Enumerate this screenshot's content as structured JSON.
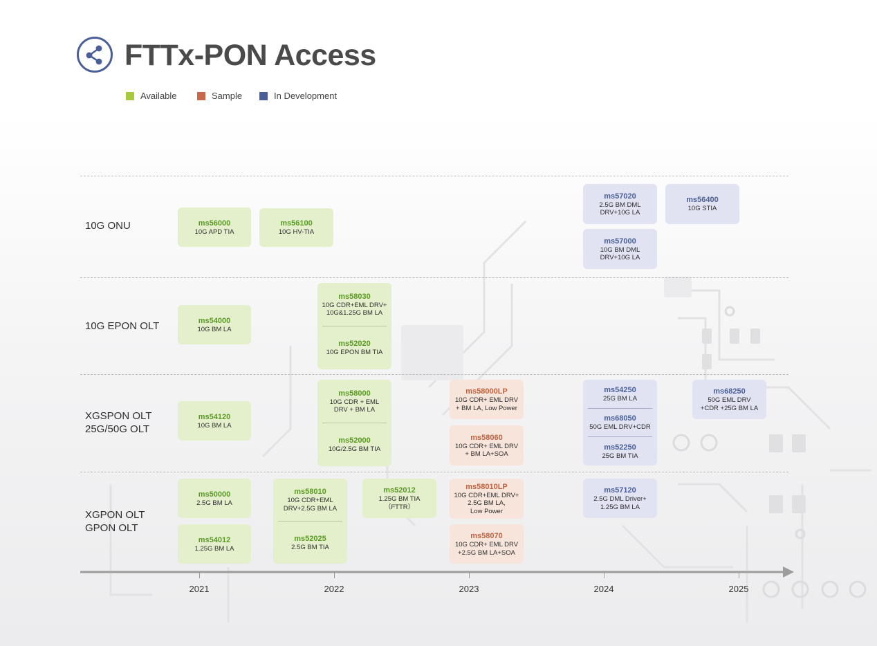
{
  "title": "FTTx-PON Access",
  "legend": [
    {
      "label": "Available",
      "color": "#a8c93e"
    },
    {
      "label": "Sample",
      "color": "#c9674a"
    },
    {
      "label": "In Development",
      "color": "#4a5f97"
    }
  ],
  "rows": {
    "onu": "10G ONU",
    "epon": "10G EPON OLT",
    "xgspon_1": "XGSPON OLT",
    "xgspon_2": "25G/50G OLT",
    "xgpon_1": "XGPON OLT",
    "xgpon_2": "GPON OLT"
  },
  "years": [
    "2021",
    "2022",
    "2023",
    "2024",
    "2025"
  ],
  "cards": {
    "c1": {
      "pn": "ms56000",
      "ds": "10G APD TIA"
    },
    "c2": {
      "pn": "ms56100",
      "ds": "10G HV-TIA"
    },
    "c3": {
      "pn": "ms57020",
      "ds1": "2.5G BM DML",
      "ds2": "DRV+10G LA"
    },
    "c4": {
      "pn": "ms56400",
      "ds": "10G STIA"
    },
    "c5": {
      "pn": "ms57000",
      "ds1": "10G BM DML",
      "ds2": "DRV+10G LA"
    },
    "c6": {
      "pn": "ms54000",
      "ds": "10G BM LA"
    },
    "c7": {
      "pn": "ms58030",
      "ds1": "10G CDR+EML DRV+",
      "ds2": "10G&1.25G BM LA"
    },
    "c8": {
      "pn": "ms52020",
      "ds": "10G EPON BM TIA"
    },
    "c9": {
      "pn": "ms54120",
      "ds": "10G BM LA"
    },
    "c10": {
      "pn": "ms58000",
      "ds1": "10G CDR + EML",
      "ds2": "DRV + BM LA"
    },
    "c11": {
      "pn": "ms52000",
      "ds": "10G/2.5G BM TIA"
    },
    "c12": {
      "pn": "ms58000LP",
      "ds1": "10G CDR+ EML DRV",
      "ds2": "+ BM LA, Low Power"
    },
    "c13": {
      "pn": "ms58060",
      "ds1": "10G CDR+ EML DRV",
      "ds2": "+ BM LA+SOA"
    },
    "c14": {
      "pn": "ms54250",
      "ds": "25G BM LA"
    },
    "c15": {
      "pn": "ms68050",
      "ds": "50G EML DRV+CDR"
    },
    "c16": {
      "pn": "ms52250",
      "ds": "25G BM TIA"
    },
    "c17": {
      "pn": "ms68250",
      "ds1": "50G EML DRV",
      "ds2": "+CDR +25G BM LA"
    },
    "c18": {
      "pn": "ms50000",
      "ds": "2.5G BM LA"
    },
    "c19": {
      "pn": "ms54012",
      "ds": "1.25G BM LA"
    },
    "c20": {
      "pn": "ms58010",
      "ds1": "10G CDR+EML",
      "ds2": "DRV+2.5G BM LA"
    },
    "c21": {
      "pn": "ms52025",
      "ds": "2.5G BM TIA"
    },
    "c22": {
      "pn": "ms52012",
      "ds1": "1.25G BM TIA",
      "ds2": "（FTTR）"
    },
    "c23": {
      "pn": "ms58010LP",
      "ds1": "10G CDR+EML DRV+",
      "ds2": "2.5G BM LA,",
      "ds3": "Low Power"
    },
    "c24": {
      "pn": "ms58070",
      "ds1": "10G CDR+ EML DRV",
      "ds2": "+2.5G BM LA+SOA"
    },
    "c25": {
      "pn": "ms57120",
      "ds1": "2.5G DML Driver+",
      "ds2": "1.25G BM LA"
    }
  }
}
